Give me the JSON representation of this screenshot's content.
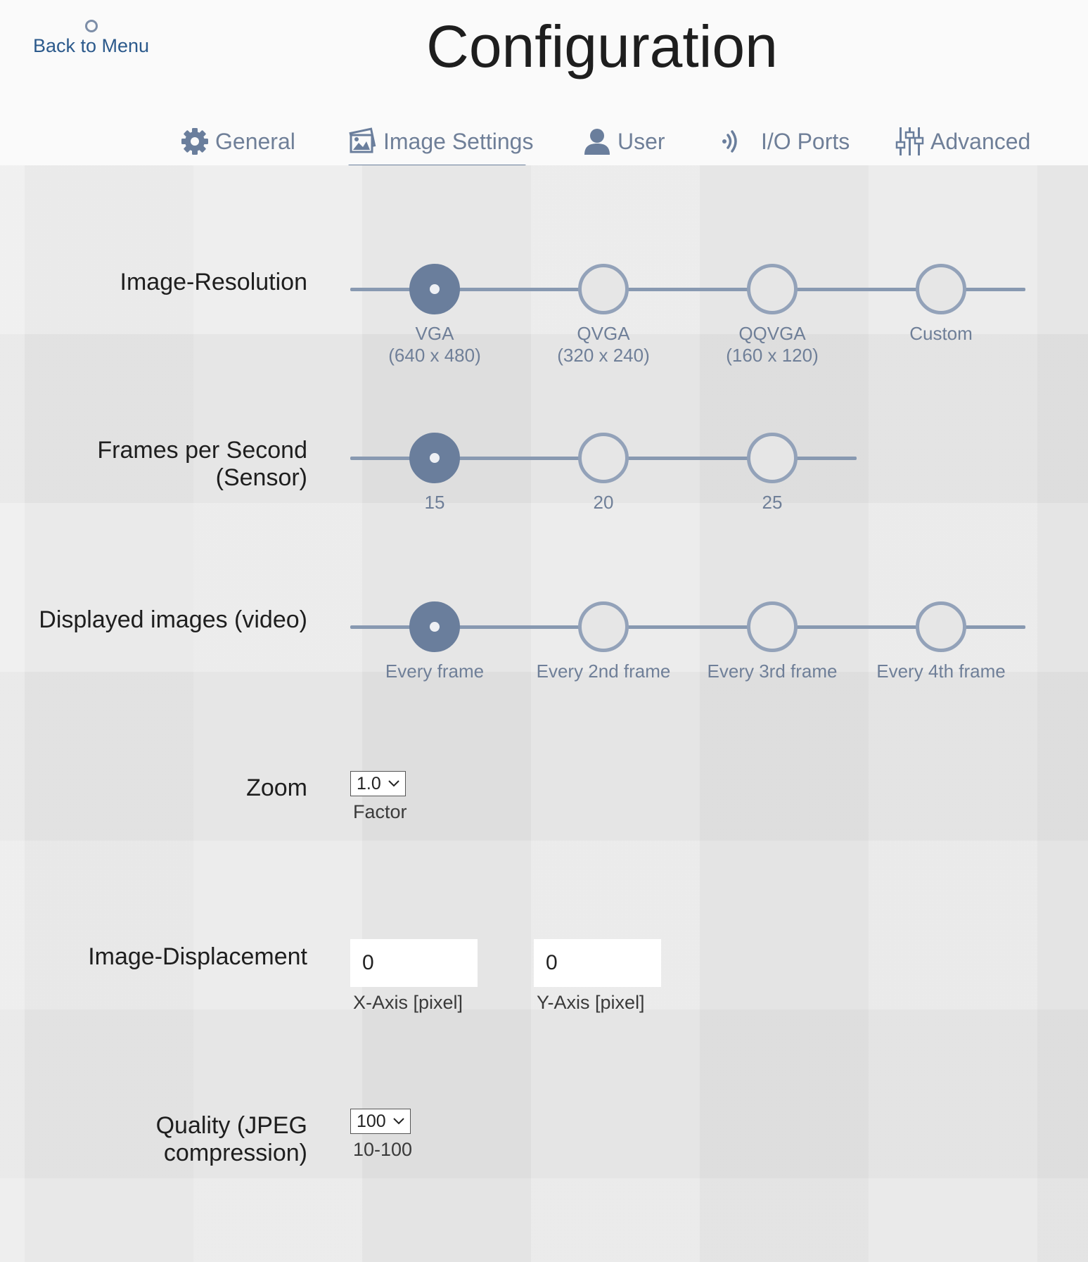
{
  "header": {
    "back_label": "Back to Menu",
    "title": "Configuration"
  },
  "tabs": [
    {
      "label": "General",
      "icon": "gear-icon"
    },
    {
      "label": "Image Settings",
      "icon": "image-icon",
      "active": true
    },
    {
      "label": "User",
      "icon": "user-icon"
    },
    {
      "label": "I/O Ports",
      "icon": "signal-icon"
    },
    {
      "label": "Advanced",
      "icon": "sliders-icon"
    }
  ],
  "resolution": {
    "label": "Image-Resolution",
    "selected": "VGA",
    "options": [
      {
        "label": "VGA\n(640 x 480)"
      },
      {
        "label": "QVGA\n(320 x 240)"
      },
      {
        "label": "QQVGA\n(160 x 120)"
      },
      {
        "label": "Custom"
      }
    ]
  },
  "fps": {
    "label": "Frames per Second\n(Sensor)",
    "selected": "15",
    "options": [
      {
        "label": "15"
      },
      {
        "label": "20"
      },
      {
        "label": "25"
      }
    ]
  },
  "displayed": {
    "label": "Displayed images (video)",
    "selected": "Every frame",
    "options": [
      {
        "label": "Every frame"
      },
      {
        "label": "Every 2nd frame"
      },
      {
        "label": "Every 3rd frame"
      },
      {
        "label": "Every 4th frame"
      }
    ]
  },
  "zoom": {
    "label": "Zoom",
    "value": "1.0",
    "sub": "Factor"
  },
  "displacement": {
    "label": "Image-Displacement",
    "x_value": "0",
    "x_label": "X-Axis [pixel]",
    "y_value": "0",
    "y_label": "Y-Axis [pixel]"
  },
  "quality": {
    "label": "Quality (JPEG\ncompression)",
    "value": "100",
    "sub": "10-100"
  },
  "colors": {
    "accent": "#6a7e9c",
    "text_muted": "#6f7f98",
    "link": "#2c5a8c"
  }
}
